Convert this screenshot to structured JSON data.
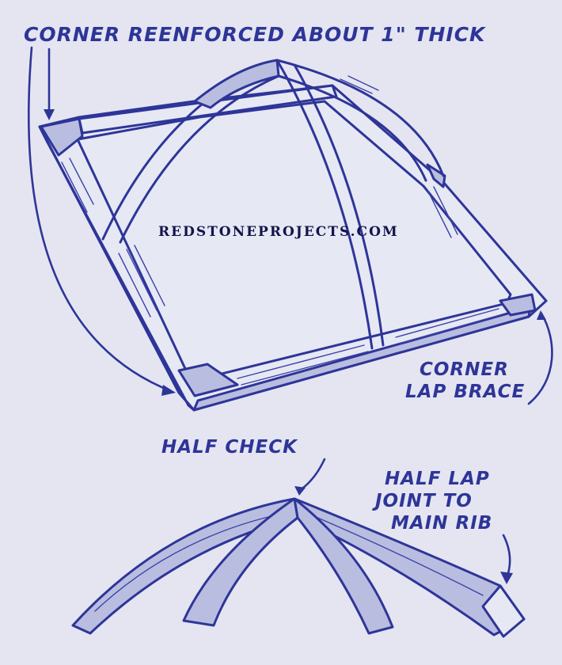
{
  "labels": {
    "corner_reinforced": "CORNER REENFORCED ABOUT 1\" THICK",
    "watermark": "RedStoneProjects.com",
    "corner_lap_brace_line1": "CORNER",
    "corner_lap_brace_line2": "LAP BRACE",
    "half_check": "HALF CHECK",
    "half_lap_line1": "HALF LAP",
    "half_lap_line2": "JOINT TO",
    "half_lap_line3": "MAIN RIB"
  },
  "colors": {
    "paper": "#e4e5f1",
    "ink": "#2e3598",
    "watermark": "#12154a"
  }
}
